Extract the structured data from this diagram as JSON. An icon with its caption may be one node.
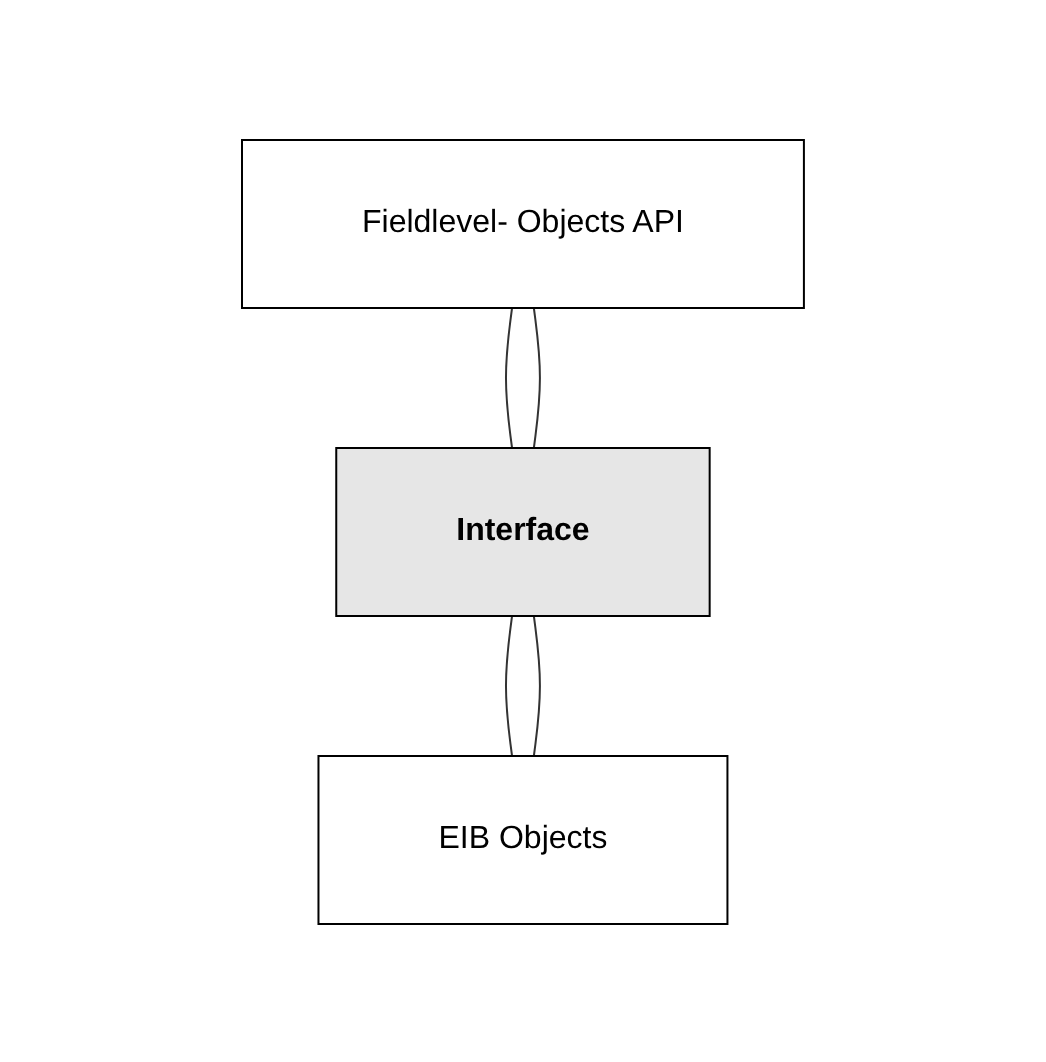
{
  "diagram": {
    "nodes": [
      {
        "text": [
          "Fieldlevel- Objects API"
        ]
      },
      {
        "text": [
          "Interface"
        ]
      },
      {
        "text": [
          "EIB Objects"
        ]
      }
    ],
    "edges": [
      {
        "from": 0,
        "to": 1,
        "arrow": "none"
      },
      {
        "from": 0,
        "to": 1,
        "arrow": "none"
      },
      {
        "from": 1,
        "to": 2,
        "arrow": "none"
      },
      {
        "from": 1,
        "to": 2,
        "arrow": "none"
      }
    ]
  }
}
